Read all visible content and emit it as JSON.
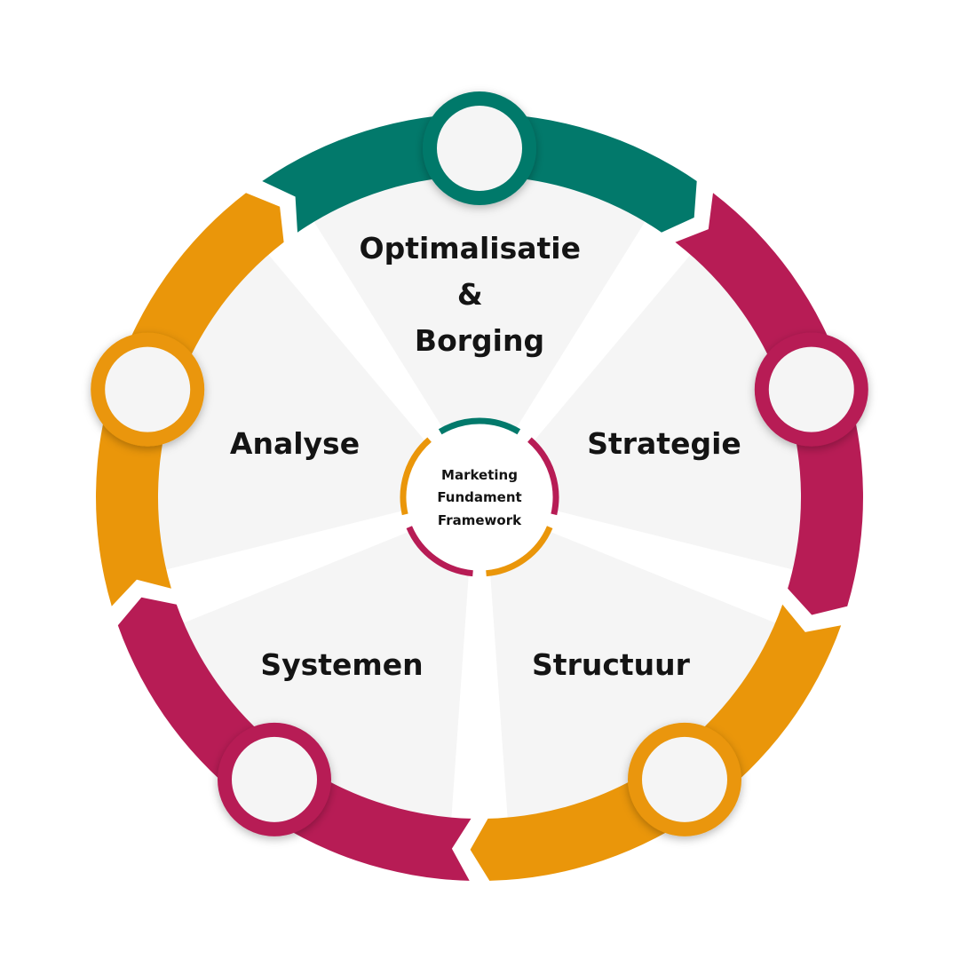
{
  "center": {
    "lines": [
      "Marketing",
      "Fundament",
      "Framework"
    ]
  },
  "segments": [
    {
      "id": "optimalisatie",
      "lines": [
        "Optimalisatie",
        "&",
        "Borging"
      ],
      "color": "#02796B"
    },
    {
      "id": "strategie",
      "lines": [
        "Strategie"
      ],
      "color": "#B71C55"
    },
    {
      "id": "structuur",
      "lines": [
        "Structuur"
      ],
      "color": "#EA960A"
    },
    {
      "id": "systemen",
      "lines": [
        "Systemen"
      ],
      "color": "#B71C55"
    },
    {
      "id": "analyse",
      "lines": [
        "Analyse"
      ],
      "color": "#EA960A"
    }
  ],
  "colors": {
    "segment_fill": "#F5F5F5",
    "node_fill": "#F5F5F5",
    "text": "#141414"
  }
}
